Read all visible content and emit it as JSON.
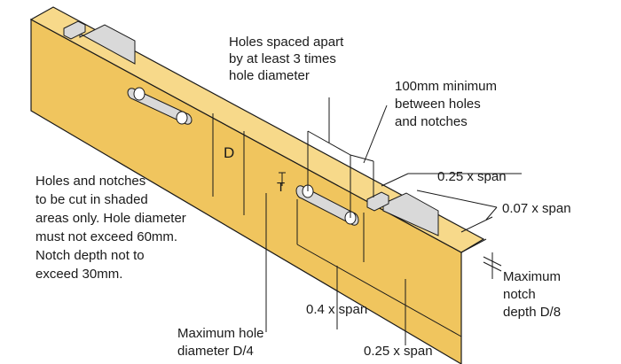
{
  "diagram": {
    "spacing_note": [
      "Holes spaced apart",
      "by at least 3 times",
      "hole diameter"
    ],
    "min_distance_note": [
      "100mm minimum",
      "between holes",
      "and notches"
    ],
    "zone_025_top": "0.25 x span",
    "zone_007": "0.07 x span",
    "depth_label": "D",
    "t_label": "T",
    "general_note": [
      "Holes and notches",
      "to be cut in shaded",
      "areas only. Hole diameter",
      "must not exceed 60mm.",
      "Notch depth not to",
      "exceed 30mm."
    ],
    "max_notch_label": [
      "Maximum",
      "notch",
      "depth D/8"
    ],
    "zone_04": "0.4 x span",
    "max_hole_label": [
      "Maximum hole",
      "diameter D/4"
    ],
    "zone_025_bottom": "0.25 x span"
  },
  "colors": {
    "timber": "#F0C55E",
    "timber_shade": "#E6B44C",
    "timber_top": "#F7D98A",
    "notch_fill": "#D9D9D9",
    "outline": "#1a1a1a"
  }
}
